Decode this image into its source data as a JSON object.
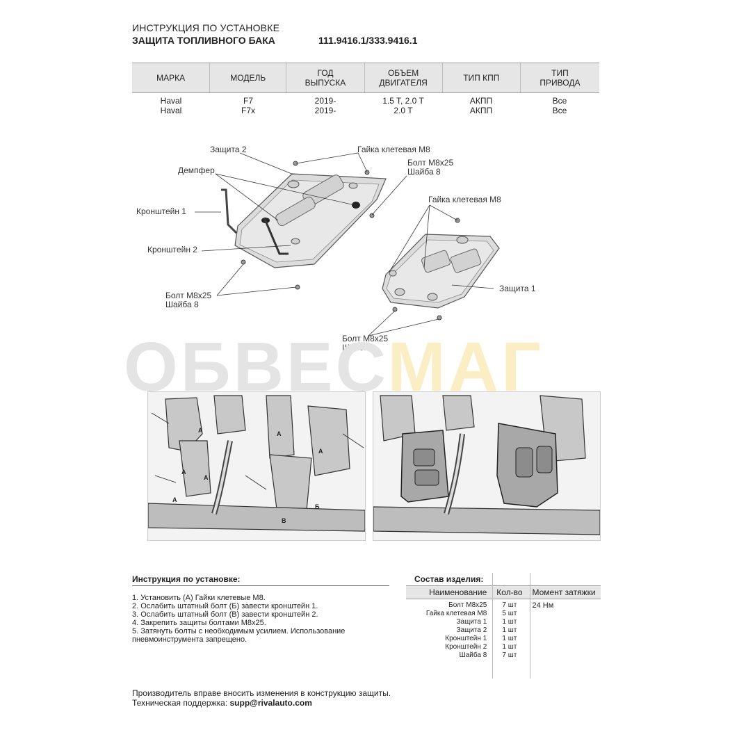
{
  "header": {
    "line1": "ИНСТРУКЦИЯ ПО УСТАНОВКЕ",
    "line2": "ЗАЩИТА ТОПЛИВНОГО БАКА",
    "part_number": "111.9416.1/333.9416.1"
  },
  "spec_table": {
    "headers": [
      "МАРКА",
      "МОДЕЛЬ",
      "ГОД\nВЫПУСКА",
      "ОБЪЕМ\nДВИГАТЕЛЯ",
      "ТИП КПП",
      "ТИП\nПРИВОДА"
    ],
    "rows": [
      [
        "Haval",
        "F7",
        "2019-",
        "1.5 T, 2.0 T",
        "АКПП",
        "Все"
      ],
      [
        "Haval",
        "F7x",
        "2019-",
        "2.0 T",
        "АКПП",
        "Все"
      ]
    ]
  },
  "diagram_labels": {
    "zashita2": "Защита 2",
    "gaika_top": "Гайка клетевая М8",
    "bolt_right_1": "Болт М8х25",
    "bolt_right_2": "Шайба 8",
    "dempfer": "Демпфер",
    "kronshtein1": "Кронштейн 1",
    "gaika_mid": "Гайка клетевая М8",
    "kronshtein2": "Кронштейн 2",
    "bolt_left_1": "Болт М8х25",
    "bolt_left_2": "Шайба 8",
    "zashita1": "Защита 1",
    "bolt_bottom_1": "Болт М8х25",
    "bolt_bottom_2": "Шайба 8"
  },
  "watermark": {
    "part_a": "ОБВЕС",
    "part_b": "МАГ"
  },
  "photo_markers": [
    "А",
    "А",
    "А",
    "А",
    "А",
    "А",
    "Б",
    "В"
  ],
  "instructions": {
    "title": "Инструкция по установке:",
    "steps": [
      "1. Установить (А) Гайки клетевые М8.",
      "2. Ослабить штатный болт (Б) завести кронштейн 1.",
      "3. Ослабить штатный болт (В) завести кронштейн 2.",
      "4. Закрепить защиты болтами М8х25.",
      "5. Затянуть болты с необходимым усилием. Использование",
      "пневмоинструмента запрещено."
    ]
  },
  "composition": {
    "title": "Состав изделия:",
    "headers": [
      "Наименование",
      "Кол-во",
      "Момент затяжки"
    ],
    "rows": [
      [
        "Болт М8х25",
        "7 шт",
        "24 Нм"
      ],
      [
        "Гайка клетевая М8",
        "5 шт",
        ""
      ],
      [
        "Защита 1",
        "1 шт",
        ""
      ],
      [
        "Защита 2",
        "1 шт",
        ""
      ],
      [
        "Кронштейн 1",
        "1 шт",
        ""
      ],
      [
        "Кронштейн 2",
        "1 шт",
        ""
      ],
      [
        "Шайба 8",
        "7 шт",
        ""
      ]
    ]
  },
  "footer": {
    "line1": "Производитель вправе вносить изменения в конструкцию защиты.",
    "support_label": "Техническая поддержка:",
    "support_email": "supp@rivalauto.com"
  }
}
